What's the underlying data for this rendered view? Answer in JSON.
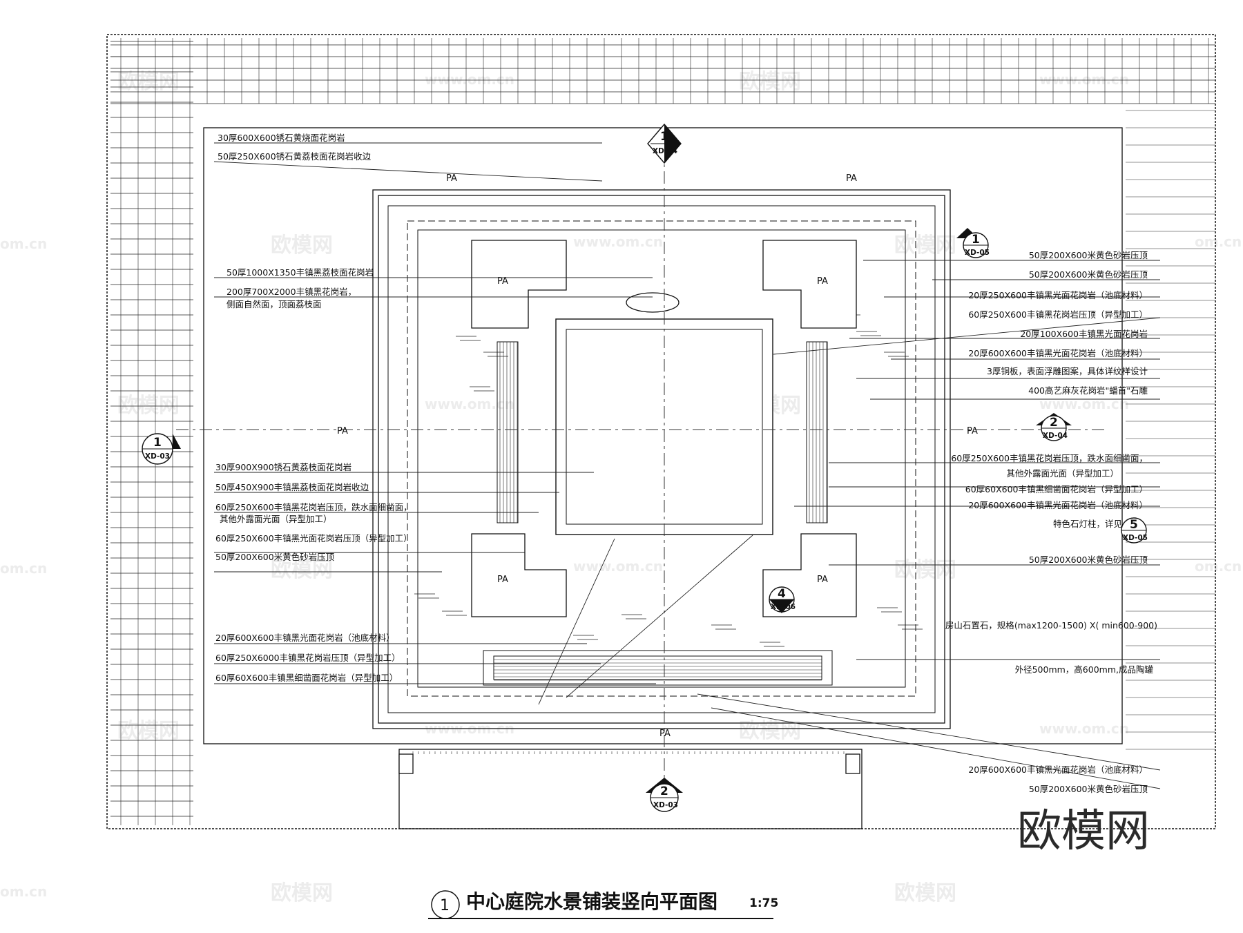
{
  "title": "中心庭院水景铺装竖向平面图",
  "title_number": "1",
  "scale": "1:75",
  "brand": "欧模网",
  "watermark_text": "欧模网",
  "watermark_url": "www.om.cn",
  "watermark_url_short": "om.cn",
  "zone_label": "PA",
  "section_markers": [
    {
      "num": "1",
      "ref": "XD-04"
    },
    {
      "num": "1",
      "ref": "XD-05"
    },
    {
      "num": "1",
      "ref": "XD-03"
    },
    {
      "num": "2",
      "ref": "XD-04"
    },
    {
      "num": "5",
      "ref": "XD-05"
    },
    {
      "num": "4",
      "ref": "XD-06"
    },
    {
      "num": "2",
      "ref": "XD-03"
    }
  ],
  "notes_top_left": [
    "30厚600X600锈石黄烧面花岗岩",
    "50厚250X600锈石黄荔枝面花岗岩收边"
  ],
  "notes_mid_left": [
    "50厚1000X1350丰镇黑荔枝面花岗岩",
    "200厚700X2000丰镇黑花岗岩，",
    "侧面自然面，顶面荔枝面"
  ],
  "notes_lower_left": [
    "30厚900X900锈石黄荔枝面花岗岩",
    "50厚450X900丰镇黑荔枝面花岗岩收边",
    "60厚250X600丰镇黑花岗岩压顶，跌水面细凿面，",
    "其他外露面光面（异型加工）",
    "60厚250X600丰镇黑光面花岗岩压顶（异型加工）",
    "50厚200X600米黄色砂岩压顶"
  ],
  "notes_bottom_left": [
    "20厚600X600丰镇黑光面花岗岩（池底材料）",
    "60厚250X6000丰镇黑花岗岩压顶（异型加工）",
    "60厚60X600丰镇黑细凿面花岗岩（异型加工）"
  ],
  "notes_right_top": [
    "50厚200X600米黄色砂岩压顶",
    "50厚200X600米黄色砂岩压顶",
    "20厚250X600丰镇黑光面花岗岩（池底材料）",
    "60厚250X600丰镇黑花岗岩压顶（异型加工）",
    "20厚100X600丰镇黑光面花岗岩",
    "20厚600X600丰镇黑光面花岗岩（池底材料）",
    "3厚铜板，表面浮雕图案，具体详纹样设计",
    "400高艺麻灰花岗岩\"蟠首\"石雕"
  ],
  "notes_right_mid": [
    "60厚250X600丰镇黑花岗岩压顶，跌水面细凿面，",
    "其他外露面光面（异型加工）",
    "60厚60X600丰镇黑细凿面花岗岩（异型加工）",
    "20厚600X600丰镇黑光面花岗岩（池底材料）",
    "特色石灯柱，详见",
    "50厚200X600米黄色砂岩压顶"
  ],
  "notes_right_stone": [
    "房山石置石，规格(max1200-1500) X( min600-900)",
    "外径500mm，高600mm,成品陶罐"
  ],
  "notes_right_bottom": [
    "20厚600X600丰镇黑光面花岗岩（池底材料）",
    "50厚200X600米黄色砂岩压顶"
  ]
}
